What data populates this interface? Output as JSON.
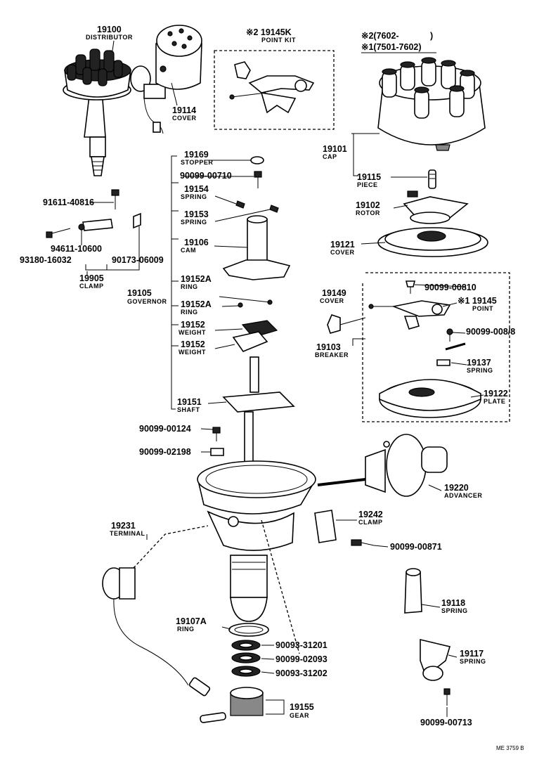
{
  "labels": {
    "l19100": {
      "num": "19100",
      "name": "DISTRIBUTOR"
    },
    "l19114": {
      "num": "19114",
      "name": "COVER"
    },
    "l19145k": {
      "num": "※2 19145K",
      "name": "POINT KIT"
    },
    "lserial": {
      "line1": "※2(7602-",
      "line1b": ")",
      "line2": "※1(7501-7602)"
    },
    "l19101": {
      "num": "19101",
      "name": "CAP"
    },
    "l19169": {
      "num": "19169",
      "name": "STOPPER"
    },
    "l90099_00710": {
      "num": "90099-00710"
    },
    "l19154": {
      "num": "19154",
      "name": "SPRING"
    },
    "l19153": {
      "num": "19153",
      "name": "SPRING"
    },
    "l19106": {
      "num": "19106",
      "name": "CAM"
    },
    "l19152a_1": {
      "num": "19152A",
      "name": "RING"
    },
    "l19105": {
      "num": "19105",
      "name": "GOVERNOR"
    },
    "l19152a_2": {
      "num": "19152A",
      "name": "RING"
    },
    "l19152_1": {
      "num": "19152",
      "name": "WEIGHT"
    },
    "l19152_2": {
      "num": "19152",
      "name": "WEIGHT"
    },
    "l19151": {
      "num": "19151",
      "name": "SHAFT"
    },
    "l19115": {
      "num": "19115",
      "name": "PIECE"
    },
    "l19102": {
      "num": "19102",
      "name": "ROTOR"
    },
    "l19121": {
      "num": "19121",
      "name": "COVER"
    },
    "l90099_00810": {
      "num": "90099-00810"
    },
    "l19149": {
      "num": "19149",
      "name": "COVER"
    },
    "l19145": {
      "num": "※1 19145",
      "name": "POINT"
    },
    "l90099_00878": {
      "num": "90099-008/8"
    },
    "l19103": {
      "num": "19103",
      "name": "BREAKER"
    },
    "l19137": {
      "num": "19137",
      "name": "SPRING"
    },
    "l19122": {
      "num": "19122",
      "name": "PLATE"
    },
    "l91611": {
      "num": "91611-40816"
    },
    "l94611": {
      "num": "94611-10600"
    },
    "l93180": {
      "num": "93180-16032"
    },
    "l90173": {
      "num": "90173-06009"
    },
    "l19905": {
      "num": "19905",
      "name": "CLAMP"
    },
    "l90099_00124": {
      "num": "90099-00124"
    },
    "l90099_02198": {
      "num": "90099-02198"
    },
    "l19220": {
      "num": "19220",
      "name": "ADVANCER"
    },
    "l19242": {
      "num": "19242",
      "name": "CLAMP"
    },
    "l90099_00871": {
      "num": "90099-00871"
    },
    "l19231": {
      "num": "19231",
      "name": "TERMINAL"
    },
    "l19118": {
      "num": "19118",
      "name": "SPRING"
    },
    "l19107a": {
      "num": "19107A",
      "name": "RING"
    },
    "l90093_31201": {
      "num": "90093-31201"
    },
    "l90099_02093": {
      "num": "90099-02093"
    },
    "l90093_31202": {
      "num": "90093-31202"
    },
    "l19117": {
      "num": "19117",
      "name": "SPRING"
    },
    "l19155": {
      "num": "19155",
      "name": "GEAR"
    },
    "l90099_00713": {
      "num": "90099-00713"
    }
  },
  "drawing_code": "ME 3759 B"
}
